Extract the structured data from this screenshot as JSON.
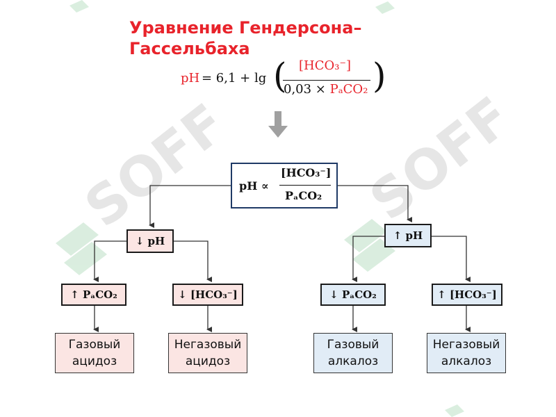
{
  "title": {
    "line1": "Уравнение Гендерсона–",
    "line2": "Гассельбаха"
  },
  "formula": {
    "lhs": "pH",
    "eq_text": "= 6,1 + lg",
    "numerator": "[HCO₃⁻]",
    "denominator_prefix": "0,03 × ",
    "denominator_red": "PₐCO₂"
  },
  "center": {
    "lhs": "pH ∝",
    "numerator": "[HCO₃⁻]",
    "denominator": "PₐCO₂"
  },
  "left_branch": {
    "node": "↓ pH",
    "child_a": "↑ PₐCO₂",
    "child_b": "↓ [HCO₃⁻]",
    "leaf_a": "Газовый ацидоз",
    "leaf_b": "Негазовый ацидоз"
  },
  "right_branch": {
    "node": "↑ pH",
    "child_a": "↓ PₐCO₂",
    "child_b": "↑ [HCO₃⁻]",
    "leaf_a": "Газовый алкалоз",
    "leaf_b": "Негазовый алкалоз"
  },
  "watermark": "SOFF",
  "colors": {
    "title_red": "#e8232b",
    "pink_fill": "#fbe5e3",
    "blue_fill": "#e1ecf6",
    "center_border": "#1f3a66",
    "arrow_gray": "#9a9a9a",
    "watermark_green": "#cfe8d6",
    "watermark_gray": "#e3e3e3"
  }
}
